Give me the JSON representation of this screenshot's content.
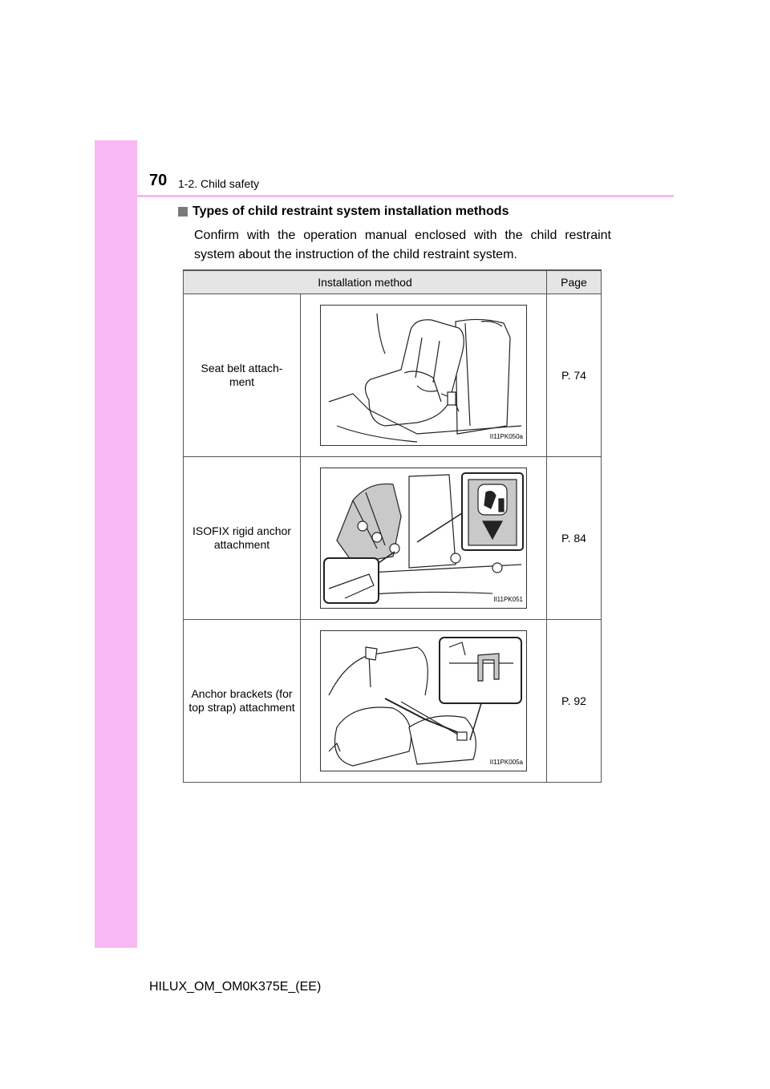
{
  "header": {
    "page_number": "70",
    "section": "1-2. Child safety"
  },
  "heading": "Types of child restraint system installation methods",
  "intro": "Confirm with the operation manual enclosed with the child restraint system about the instruction of the child restraint system.",
  "table": {
    "headers": {
      "method": "Installation method",
      "page": "Page"
    },
    "rows": [
      {
        "method": "Seat belt attach-\nment",
        "image_code": "II11PK050a",
        "page": "P. 74"
      },
      {
        "method": "ISOFIX rigid anchor attachment",
        "image_code": "II11PK051",
        "page": "P. 84"
      },
      {
        "method": "Anchor brackets (for top strap) attachment",
        "image_code": "II11PK005a",
        "page": "P. 92"
      }
    ]
  },
  "footer": "HILUX_OM_OM0K375E_(EE)",
  "colors": {
    "accent": "#f9b9f4",
    "header_fill": "#e5e5e5",
    "icon_fill": "#c9c9c9"
  }
}
